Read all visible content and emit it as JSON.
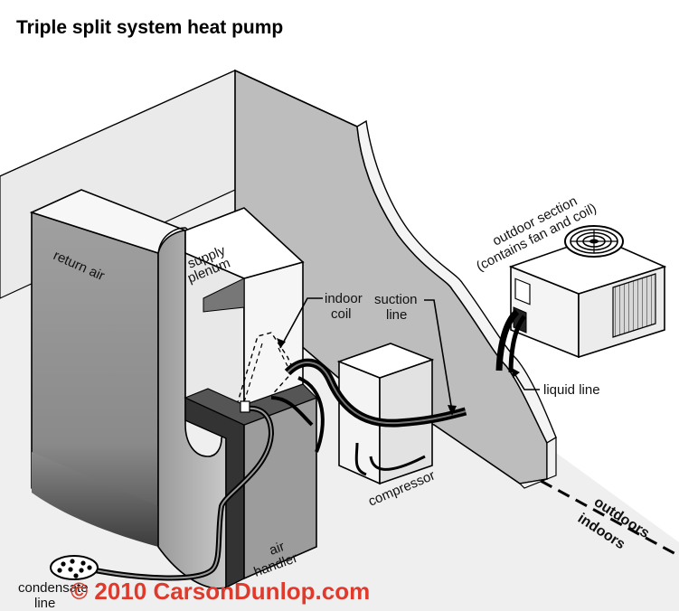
{
  "title": "Triple split system heat pump",
  "labels": {
    "return_air": "return air",
    "supply_plenum_1": "supply",
    "supply_plenum_2": "plenum",
    "indoor_coil_1": "indoor",
    "indoor_coil_2": "coil",
    "suction_line_1": "suction",
    "suction_line_2": "line",
    "outdoor_section_1": "outdoor section",
    "outdoor_section_2": "(contains fan and coil)",
    "liquid_line": "liquid line",
    "compressor": "compressor",
    "air_handler_1": "air",
    "air_handler_2": "handler",
    "condensate_1": "condensate",
    "condensate_2": "line",
    "outdoors": "outdoors",
    "indoors": "indoors"
  },
  "copyright": "© 2010 CarsonDunlop.com",
  "colors": {
    "wall": "#b8b8b8",
    "floor": "#eeeeee",
    "duct_dark": "#8c8c8c",
    "panel_light": "#e4e4e4",
    "copyright": "#e03a2c"
  }
}
